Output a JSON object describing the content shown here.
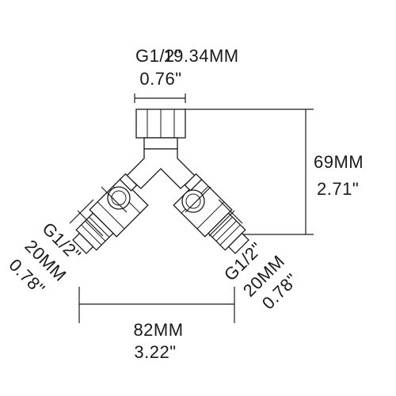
{
  "top_inlet": {
    "thread": "G1/2\"",
    "size_mm": "19.34MM",
    "size_in": "0.76\""
  },
  "height": {
    "mm": "69MM",
    "in": "2.71\""
  },
  "left_outlet": {
    "thread": "G1/2\"",
    "mm": "20MM",
    "in": "0.78\""
  },
  "right_outlet": {
    "thread": "G1/2\"",
    "mm": "20MM",
    "in": "0.78\""
  },
  "width": {
    "mm": "82MM",
    "in": "3.22\""
  },
  "colors": {
    "line": "#1a1a1a",
    "background": "#ffffff"
  }
}
